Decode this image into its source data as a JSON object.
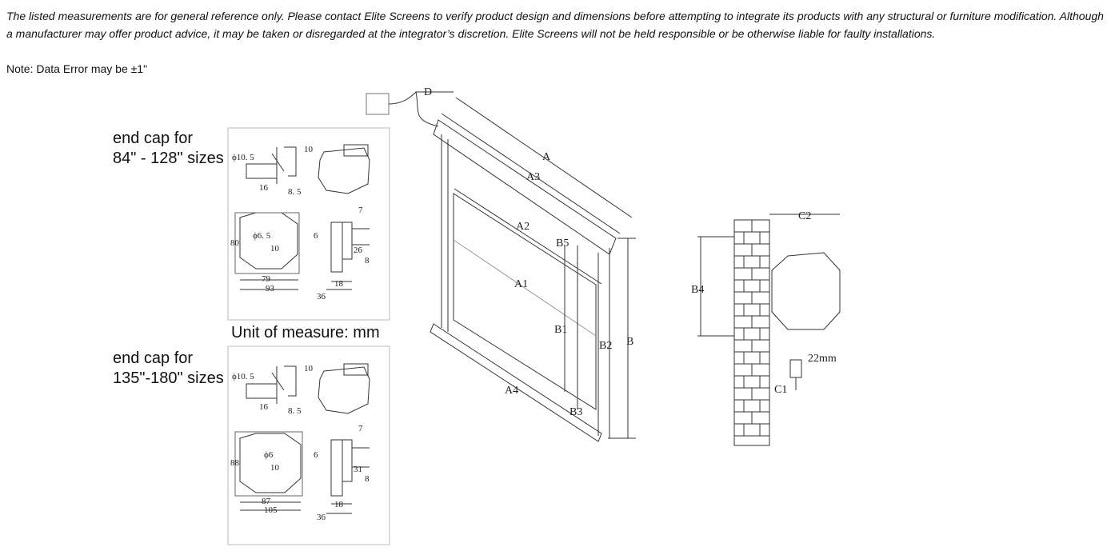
{
  "disclaimer": "The listed measurements are for general reference only. Please contact Elite Screens to verify product design and dimensions before attempting to integrate its products with any structural or furniture modification. Although a manufacturer may offer product advice, it may be taken or disregarded at the integrator’s discretion. Elite Screens will not be held responsible or be otherwise liable for faulty installations.",
  "note": "Note: Data Error may be ±1\"",
  "unit_of_measure": "Unit of measure: mm",
  "end_caps": [
    {
      "label_line1": "end cap for",
      "label_line2": "84\" - 128\" sizes",
      "dims": {
        "hole": "ϕ10. 5",
        "top": "10",
        "left": "16",
        "mid": "8. 5",
        "height": "80",
        "inner_hole": "ϕ6. 5",
        "inner_w": "10",
        "side": "6",
        "width_inner": "79",
        "width_outer": "93",
        "bracket_top": "7",
        "bracket_mid": "26",
        "bracket_side": "8",
        "bracket_w": "18",
        "bracket_base": "36"
      }
    },
    {
      "label_line1": "end cap for",
      "label_line2": "135\"-180\" sizes",
      "dims": {
        "hole": "ϕ10. 5",
        "top": "10",
        "left": "16",
        "mid": "8. 5",
        "height": "88",
        "inner_hole": "ϕ6",
        "inner_w": "10",
        "side": "6",
        "width_inner": "87",
        "width_outer": "105",
        "bracket_top": "7",
        "bracket_mid": "31",
        "bracket_side": "8",
        "bracket_w": "18",
        "bracket_base": "36"
      }
    }
  ],
  "screen_labels": {
    "A": "A",
    "A1": "A1",
    "A2": "A2",
    "A3": "A3",
    "A4": "A4",
    "B": "B",
    "B1": "B1",
    "B2": "B2",
    "B3": "B3",
    "B5": "B5",
    "D": "D"
  },
  "side_labels": {
    "B4": "B4",
    "C1": "C1",
    "C2": "C2",
    "clearance": "22mm"
  }
}
